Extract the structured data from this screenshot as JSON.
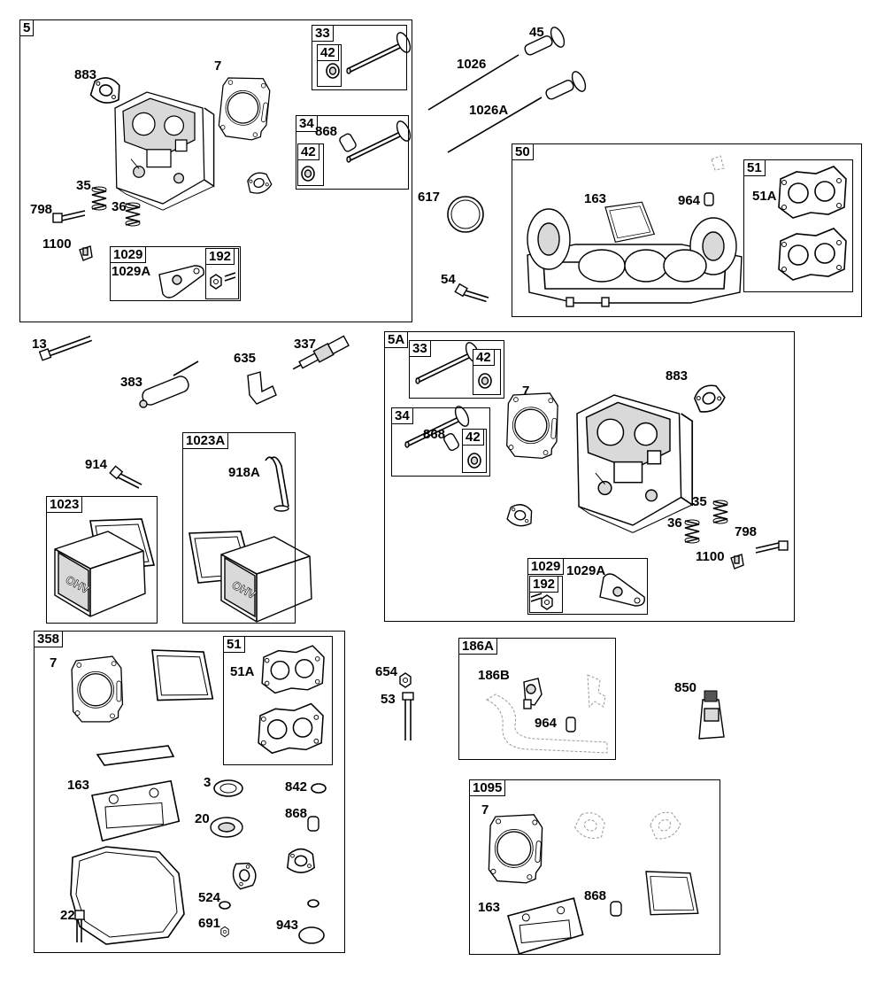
{
  "groups": {
    "g5": {
      "tag": "5",
      "valve_exhaust_tag": "33",
      "seal_tag_a": "42",
      "valve_intake_tag": "34",
      "seal_tag_b": "42",
      "rocker_tag": "1029",
      "rocker_nut_tag": "192"
    },
    "g50": {
      "tag": "50",
      "gasket_set_tag": "51"
    },
    "g5a": {
      "tag": "5A",
      "valve_exhaust_tag": "33",
      "seal_tag_a": "42",
      "valve_intake_tag": "34",
      "seal_tag_b": "42",
      "rocker_tag": "1029",
      "rocker_nut_tag": "192"
    },
    "g1023": {
      "tag": "1023"
    },
    "g1023a": {
      "tag": "1023A"
    },
    "g358": {
      "tag": "358",
      "gasket_set_tag": "51"
    },
    "g186a": {
      "tag": "186A"
    },
    "g1095": {
      "tag": "1095"
    }
  },
  "callouts": {
    "c883": "883",
    "c7": "7",
    "c35": "35",
    "c36": "36",
    "c798": "798",
    "c1100": "1100",
    "c1029a": "1029A",
    "c868": "868",
    "c45": "45",
    "c1026": "1026",
    "c1026a": "1026A",
    "c617": "617",
    "c54": "54",
    "c163": "163",
    "c964": "964",
    "c51a": "51A",
    "c13": "13",
    "c383": "383",
    "c635": "635",
    "c337": "337",
    "c914": "914",
    "c918a": "918A",
    "c5a_7": "7",
    "c5a_868": "868",
    "c5a_883": "883",
    "c5a_35": "35",
    "c5a_36": "36",
    "c5a_798": "798",
    "c5a_1100": "1100",
    "c5a_1029a": "1029A",
    "c358_7": "7",
    "c358_51a": "51A",
    "c358_163": "163",
    "c3": "3",
    "c20": "20",
    "c842": "842",
    "c358_868": "868",
    "c524": "524",
    "c691": "691",
    "c22": "22",
    "c943": "943",
    "c654": "654",
    "c53": "53",
    "c186b": "186B",
    "c186_964": "964",
    "c850": "850",
    "c1095_7": "7",
    "c1095_163": "163",
    "c1095_868": "868"
  },
  "markings": {
    "valve_cover_emboss": "OHV"
  }
}
